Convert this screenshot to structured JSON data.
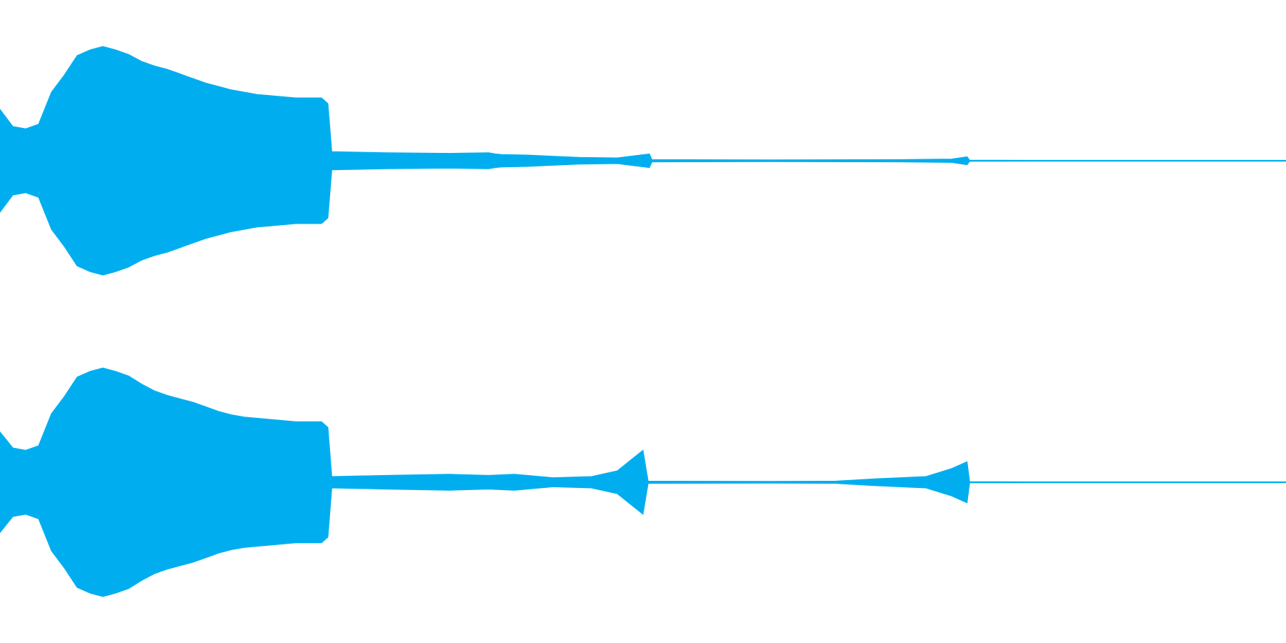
{
  "waveform": {
    "color": "#00AEEF",
    "channels": [
      {
        "name": "",
        "envelope": [
          [
            0.0,
            0.45
          ],
          [
            0.01,
            0.3
          ],
          [
            0.02,
            0.28
          ],
          [
            0.03,
            0.32
          ],
          [
            0.04,
            0.6
          ],
          [
            0.05,
            0.75
          ],
          [
            0.06,
            0.92
          ],
          [
            0.07,
            0.97
          ],
          [
            0.08,
            1.0
          ],
          [
            0.09,
            0.97
          ],
          [
            0.1,
            0.93
          ],
          [
            0.11,
            0.87
          ],
          [
            0.12,
            0.83
          ],
          [
            0.13,
            0.8
          ],
          [
            0.14,
            0.76
          ],
          [
            0.15,
            0.72
          ],
          [
            0.16,
            0.68
          ],
          [
            0.17,
            0.65
          ],
          [
            0.18,
            0.62
          ],
          [
            0.19,
            0.6
          ],
          [
            0.2,
            0.58
          ],
          [
            0.21,
            0.57
          ],
          [
            0.22,
            0.56
          ],
          [
            0.23,
            0.55
          ],
          [
            0.24,
            0.55
          ],
          [
            0.25,
            0.55
          ],
          [
            0.255,
            0.5
          ],
          [
            0.258,
            0.08
          ],
          [
            0.3,
            0.07
          ],
          [
            0.35,
            0.065
          ],
          [
            0.38,
            0.07
          ],
          [
            0.385,
            0.06
          ],
          [
            0.39,
            0.055
          ],
          [
            0.41,
            0.05
          ],
          [
            0.45,
            0.03
          ],
          [
            0.48,
            0.025
          ],
          [
            0.505,
            0.06
          ],
          [
            0.507,
            0.01
          ],
          [
            0.6,
            0.008
          ],
          [
            0.7,
            0.01
          ],
          [
            0.74,
            0.015
          ],
          [
            0.752,
            0.035
          ],
          [
            0.754,
            0.005
          ],
          [
            0.8,
            0.003
          ],
          [
            0.88,
            0.004
          ],
          [
            0.9,
            0.002
          ],
          [
            1.0,
            0.002
          ]
        ]
      },
      {
        "name": "",
        "envelope": [
          [
            0.0,
            0.44
          ],
          [
            0.01,
            0.3
          ],
          [
            0.02,
            0.28
          ],
          [
            0.03,
            0.32
          ],
          [
            0.04,
            0.6
          ],
          [
            0.05,
            0.75
          ],
          [
            0.06,
            0.92
          ],
          [
            0.07,
            0.97
          ],
          [
            0.08,
            1.0
          ],
          [
            0.09,
            0.97
          ],
          [
            0.1,
            0.93
          ],
          [
            0.11,
            0.86
          ],
          [
            0.12,
            0.8
          ],
          [
            0.13,
            0.76
          ],
          [
            0.14,
            0.73
          ],
          [
            0.15,
            0.7
          ],
          [
            0.16,
            0.66
          ],
          [
            0.17,
            0.62
          ],
          [
            0.18,
            0.59
          ],
          [
            0.19,
            0.57
          ],
          [
            0.2,
            0.56
          ],
          [
            0.21,
            0.55
          ],
          [
            0.22,
            0.54
          ],
          [
            0.23,
            0.53
          ],
          [
            0.24,
            0.53
          ],
          [
            0.25,
            0.53
          ],
          [
            0.255,
            0.48
          ],
          [
            0.258,
            0.05
          ],
          [
            0.3,
            0.06
          ],
          [
            0.35,
            0.07
          ],
          [
            0.38,
            0.06
          ],
          [
            0.4,
            0.07
          ],
          [
            0.41,
            0.06
          ],
          [
            0.43,
            0.04
          ],
          [
            0.46,
            0.05
          ],
          [
            0.48,
            0.1
          ],
          [
            0.5,
            0.28
          ],
          [
            0.504,
            0.01
          ],
          [
            0.6,
            0.008
          ],
          [
            0.65,
            0.01
          ],
          [
            0.68,
            0.03
          ],
          [
            0.72,
            0.05
          ],
          [
            0.74,
            0.12
          ],
          [
            0.752,
            0.18
          ],
          [
            0.754,
            0.005
          ],
          [
            0.8,
            0.003
          ],
          [
            0.9,
            0.003
          ],
          [
            1.0,
            0.002
          ]
        ]
      }
    ]
  }
}
